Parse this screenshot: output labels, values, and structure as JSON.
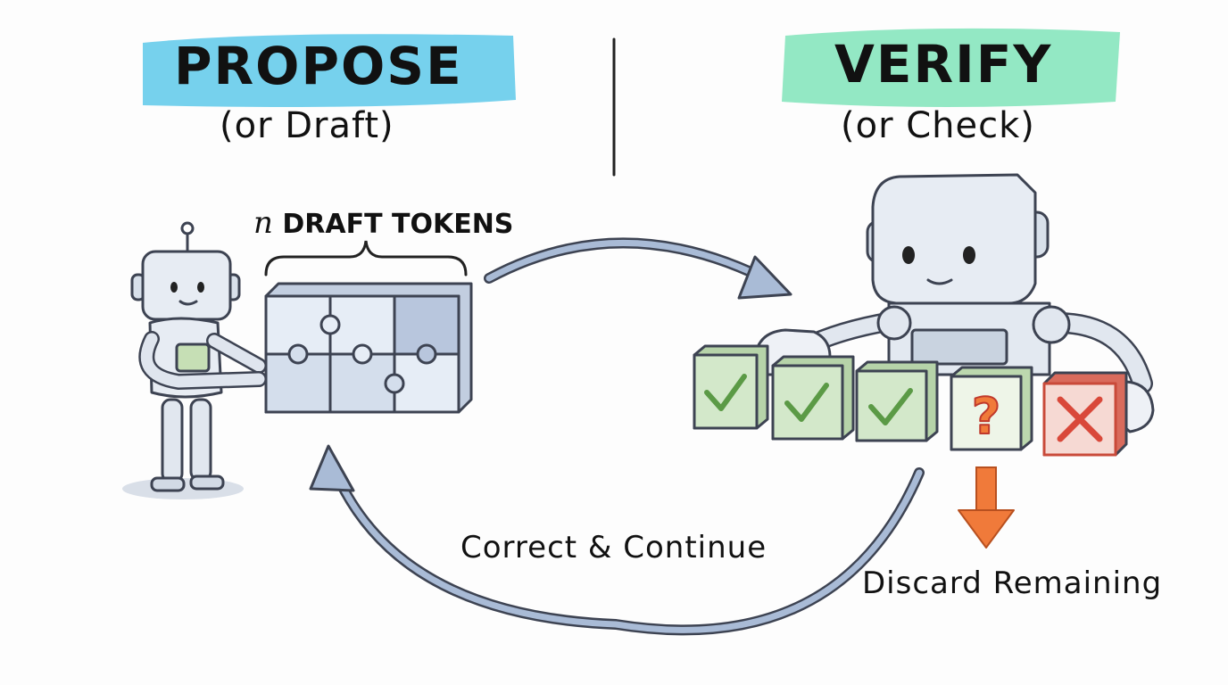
{
  "propose": {
    "title": "PROPOSE",
    "subtitle": "(or Draft)",
    "highlight_color": "#5ec9ea"
  },
  "verify": {
    "title": "VERIFY",
    "subtitle": "(or Check)",
    "highlight_color": "#6fe0b0"
  },
  "draft_tokens": {
    "n": "n",
    "label": "DRAFT TOKENS"
  },
  "loop_label": "Correct & Continue",
  "discard_label": "Discard Remaining",
  "verification_boxes": [
    {
      "status": "accepted",
      "icon": "check-icon"
    },
    {
      "status": "accepted",
      "icon": "check-icon"
    },
    {
      "status": "accepted",
      "icon": "check-icon"
    },
    {
      "status": "uncertain",
      "icon": "question-icon"
    },
    {
      "status": "rejected",
      "icon": "x-icon"
    }
  ],
  "colors": {
    "accepted": "#cfe6c7",
    "uncertain": "#e9f2e2",
    "rejected": "#f3d3cd",
    "arrow": "#f07a3a",
    "loop_arrow": "#a9bbd6"
  }
}
